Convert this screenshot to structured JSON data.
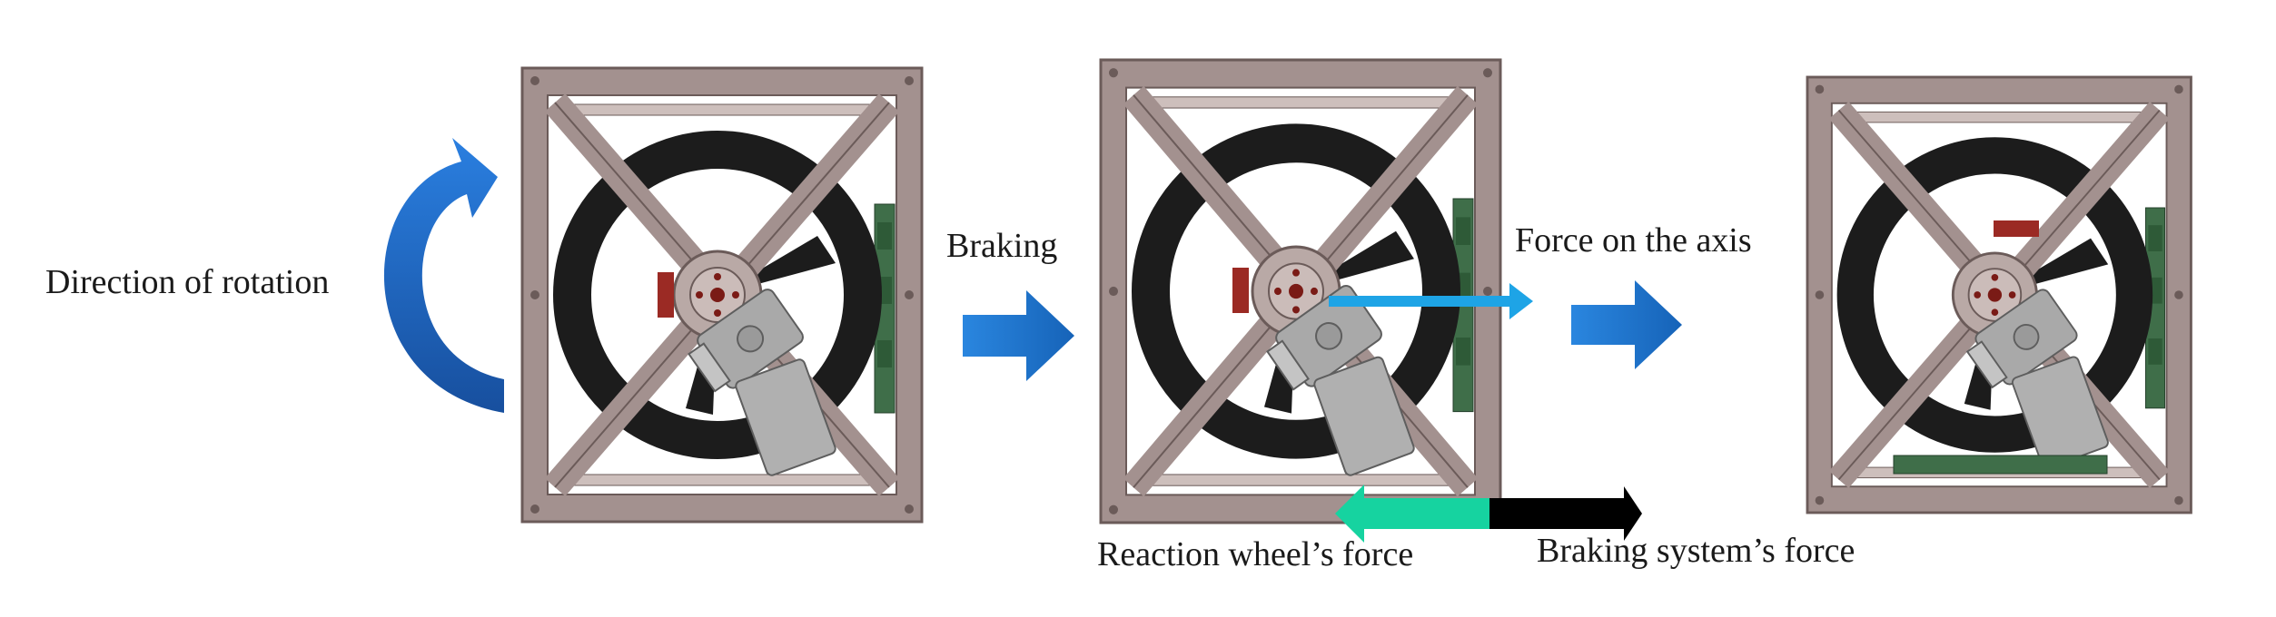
{
  "labels": {
    "direction_of_rotation": "Direction of rotation",
    "braking": "Braking",
    "force_on_axis": "Force on the axis",
    "reaction_wheel_force": "Reaction wheel’s force",
    "braking_system_force": "Braking system’s force"
  },
  "colors": {
    "frame": "#a3918f",
    "frame_edge": "#6b5b59",
    "wheel": "#1c1c1c",
    "motor_gray": "#a9a9a9",
    "pcb_green": "#3f6e49",
    "brake_pad": "#9b2a24",
    "rotation_arrow": "#1f6fd0",
    "flow_arrow": "#1b76d2",
    "axis_force_arrow": "#1ea4e6",
    "reaction_force_arrow": "#16d3a0",
    "braking_force_arrow": "#000000"
  }
}
